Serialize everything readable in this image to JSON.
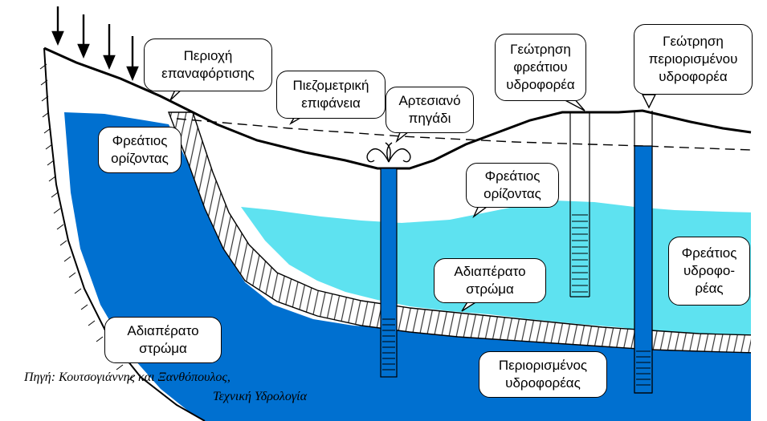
{
  "colors": {
    "confined_aquifer": "#0070d0",
    "unconfined_aquifer": "#5ee2f0",
    "impermeable_layer": "#ffffff",
    "outline": "#000000"
  },
  "labels": {
    "recharge_area": [
      "Περιοχή",
      "επαναφόρτισης"
    ],
    "piezometric_surface": [
      "Πιεζομετρική",
      "επιφάνεια"
    ],
    "artesian_well": [
      "Αρτεσιανό",
      "πηγάδι"
    ],
    "unconfined_well": [
      "Γεώτρηση",
      "φρεάτιου",
      "υδροφορέα"
    ],
    "confined_well": [
      "Γεώτρηση",
      "περιορισμένου",
      "υδροφορέα"
    ],
    "water_table_left": [
      "Φρεάτιος",
      "ορίζοντας"
    ],
    "water_table_right": [
      "Φρεάτιος",
      "ορίζοντας"
    ],
    "impermeable_layer_mid": [
      "Αδιαπέρατο",
      "στρώμα"
    ],
    "impermeable_layer_bottom": [
      "Αδιαπέρατο",
      "στρώμα"
    ],
    "unconfined_aquifer": [
      "Φρεάτιος",
      "υδροφο-",
      "ρέας"
    ],
    "confined_aquifer": [
      "Περιορισμένος",
      "υδροφορέας"
    ]
  },
  "source": {
    "line1": "Πηγή: Κουτσογιάννης και Ξανθόπουλος,",
    "line2": "Τεχνική Υδρολογία"
  }
}
